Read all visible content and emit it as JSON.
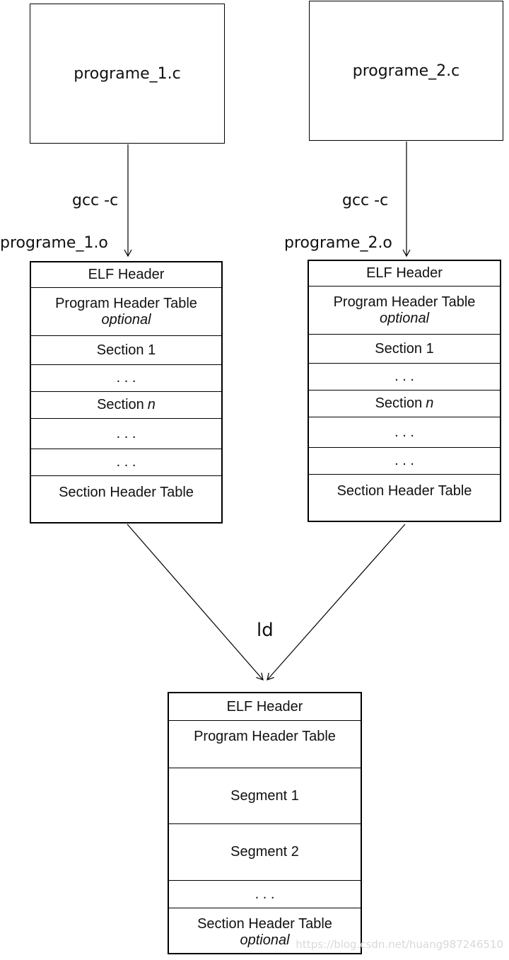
{
  "diagram": {
    "sources": [
      {
        "label": "programe_1.c"
      },
      {
        "label": "programe_2.c"
      }
    ],
    "compiles": [
      {
        "command": "gcc -c",
        "output": "programe_1.o"
      },
      {
        "command": "gcc -c",
        "output": "programe_2.o"
      }
    ],
    "linker": {
      "label": "ld"
    },
    "object_file_rows": [
      {
        "label": "ELF Header"
      },
      {
        "label": "Program Header Table",
        "note": "optional"
      },
      {
        "label": "Section 1"
      },
      {
        "label": ". . ."
      },
      {
        "label": "Section",
        "italic_suffix": "n"
      },
      {
        "label": ". . ."
      },
      {
        "label": ". . ."
      },
      {
        "label": "Section Header Table"
      }
    ],
    "executable_rows": [
      {
        "label": "ELF Header"
      },
      {
        "label": "Program Header Table"
      },
      {
        "label": "Segment 1"
      },
      {
        "label": "Segment 2"
      },
      {
        "label": ". . ."
      },
      {
        "label": "Section Header Table",
        "note": "optional"
      }
    ],
    "watermark": "https://blog.csdn.net/huang987246510"
  },
  "colors": {
    "background": "#ffffff",
    "line": "#000000",
    "text": "#111111",
    "watermark": "#d9d9d9"
  }
}
